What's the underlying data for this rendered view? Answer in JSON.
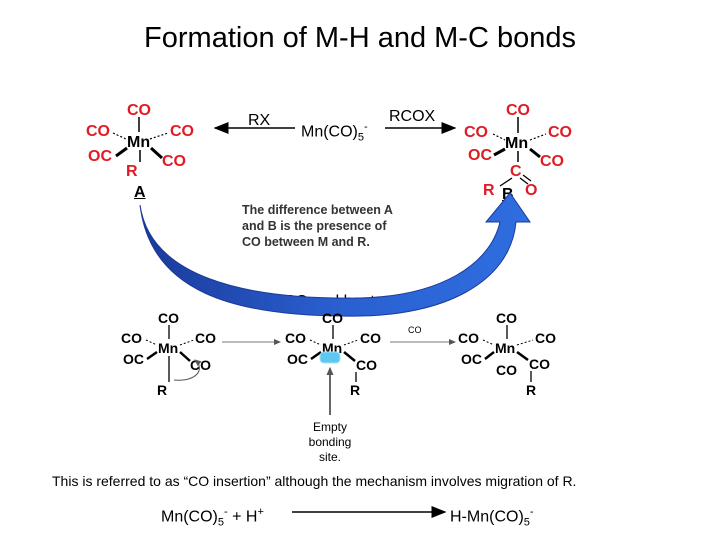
{
  "title": "Formation of M-H and M-C bonds",
  "reagents": {
    "rx": "RX",
    "mn_anion": "Mn(CO)",
    "mn_anion_sub": "5",
    "mn_anion_sup": "-",
    "rcox": "RCOX"
  },
  "labels": {
    "a": "A",
    "b": "B",
    "difference_note": [
      "The difference between A",
      "and B is the presence of",
      "CO between M and R."
    ],
    "co_and_heat": "CO and heat",
    "co_small": "CO",
    "empty_site": [
      "Empty",
      "bonding",
      "site."
    ],
    "insertion_note": "This is referred to as “CO insertion” although the mechanism involves migration of R.",
    "eq_left": "Mn(CO)",
    "eq_left_sub": "5",
    "eq_left_sup": "-",
    "eq_plus": "+ H",
    "eq_plus_sup": "+",
    "eq_right": "H-Mn(CO)",
    "eq_right_sub": "5",
    "eq_right_sup": "-"
  },
  "molecule": {
    "co": "CO",
    "oc": "OC",
    "mn": "Mn",
    "r": "R",
    "c": "C",
    "o": "O"
  },
  "colors": {
    "red": "#e01b24",
    "arrow_blue": "#1f4fc0",
    "site_blue": "#5fc8f0"
  }
}
